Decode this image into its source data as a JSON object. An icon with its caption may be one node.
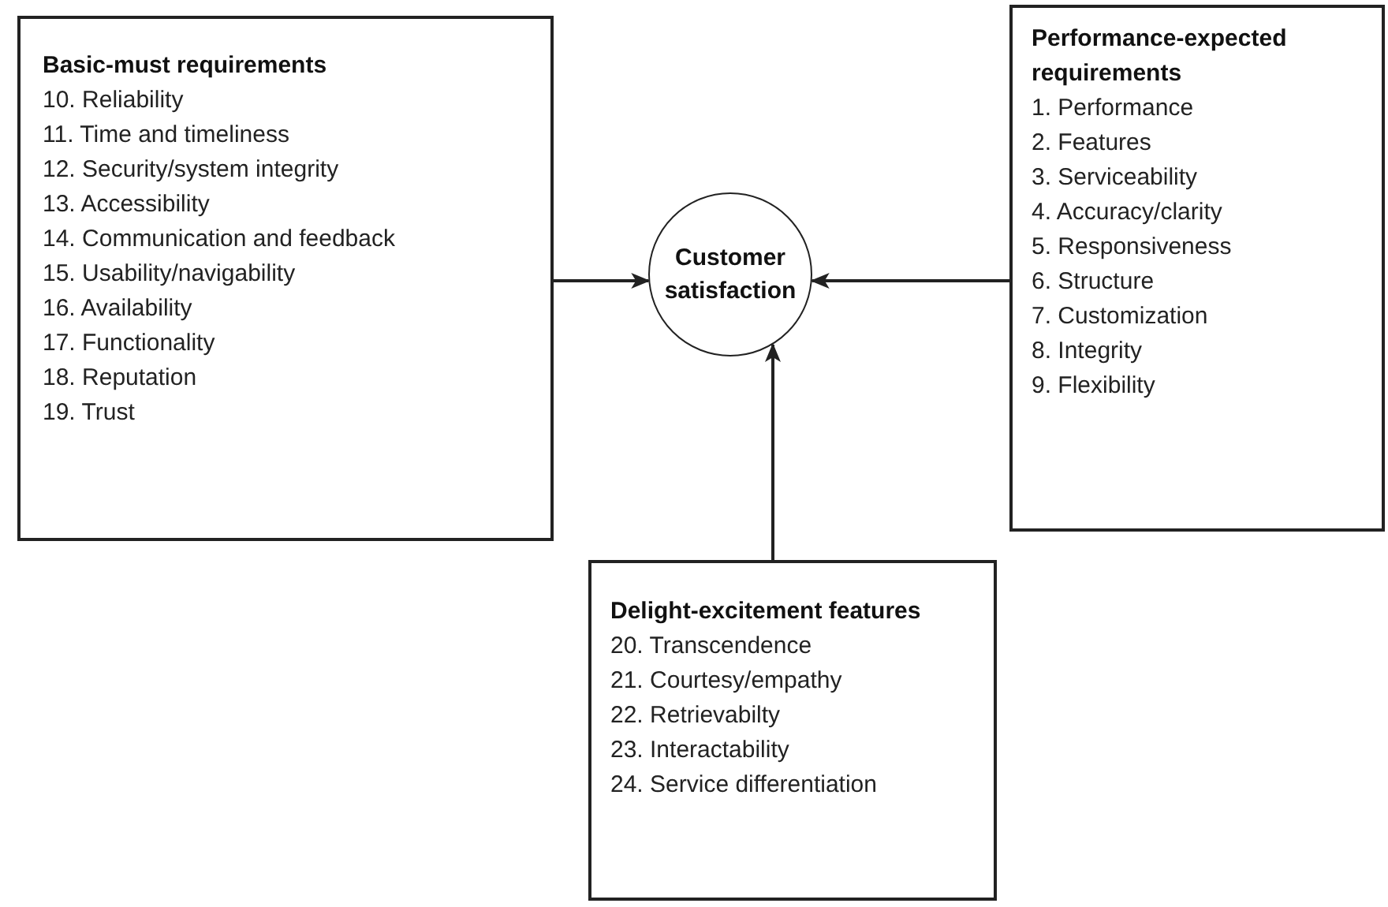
{
  "diagram": {
    "nodes": [
      {
        "text": [
          "Basic-must requirements",
          "10. Reliability",
          "11. Time and timeliness",
          "12. Security/system integrity",
          "13. Accessibility",
          "14. Communication and feedback",
          "15. Usability/navigability",
          "16. Availability",
          "17. Functionality",
          "18. Reputation",
          "19. Trust"
        ]
      },
      {
        "text": [
          "Customer satisfaction"
        ]
      },
      {
        "text": [
          "Performance-expected requirements",
          "1. Performance",
          "2. Features",
          "3. Serviceability",
          "4. Accuracy/clarity",
          "5. Responsiveness",
          "6. Structure",
          "7. Customization",
          "8. Integrity",
          "9. Flexibility"
        ]
      },
      {
        "text": [
          "Delight-excitement features",
          "20. Transcendence",
          "21. Courtesy/empathy",
          "22. Retrievabilty",
          "23. Interactability",
          "24. Service differentiation"
        ]
      }
    ],
    "edges": [
      {
        "from": 0,
        "to": 1,
        "arrow": "to"
      },
      {
        "from": 2,
        "to": 1,
        "arrow": "to"
      },
      {
        "from": 3,
        "to": 1,
        "arrow": "to"
      }
    ]
  }
}
